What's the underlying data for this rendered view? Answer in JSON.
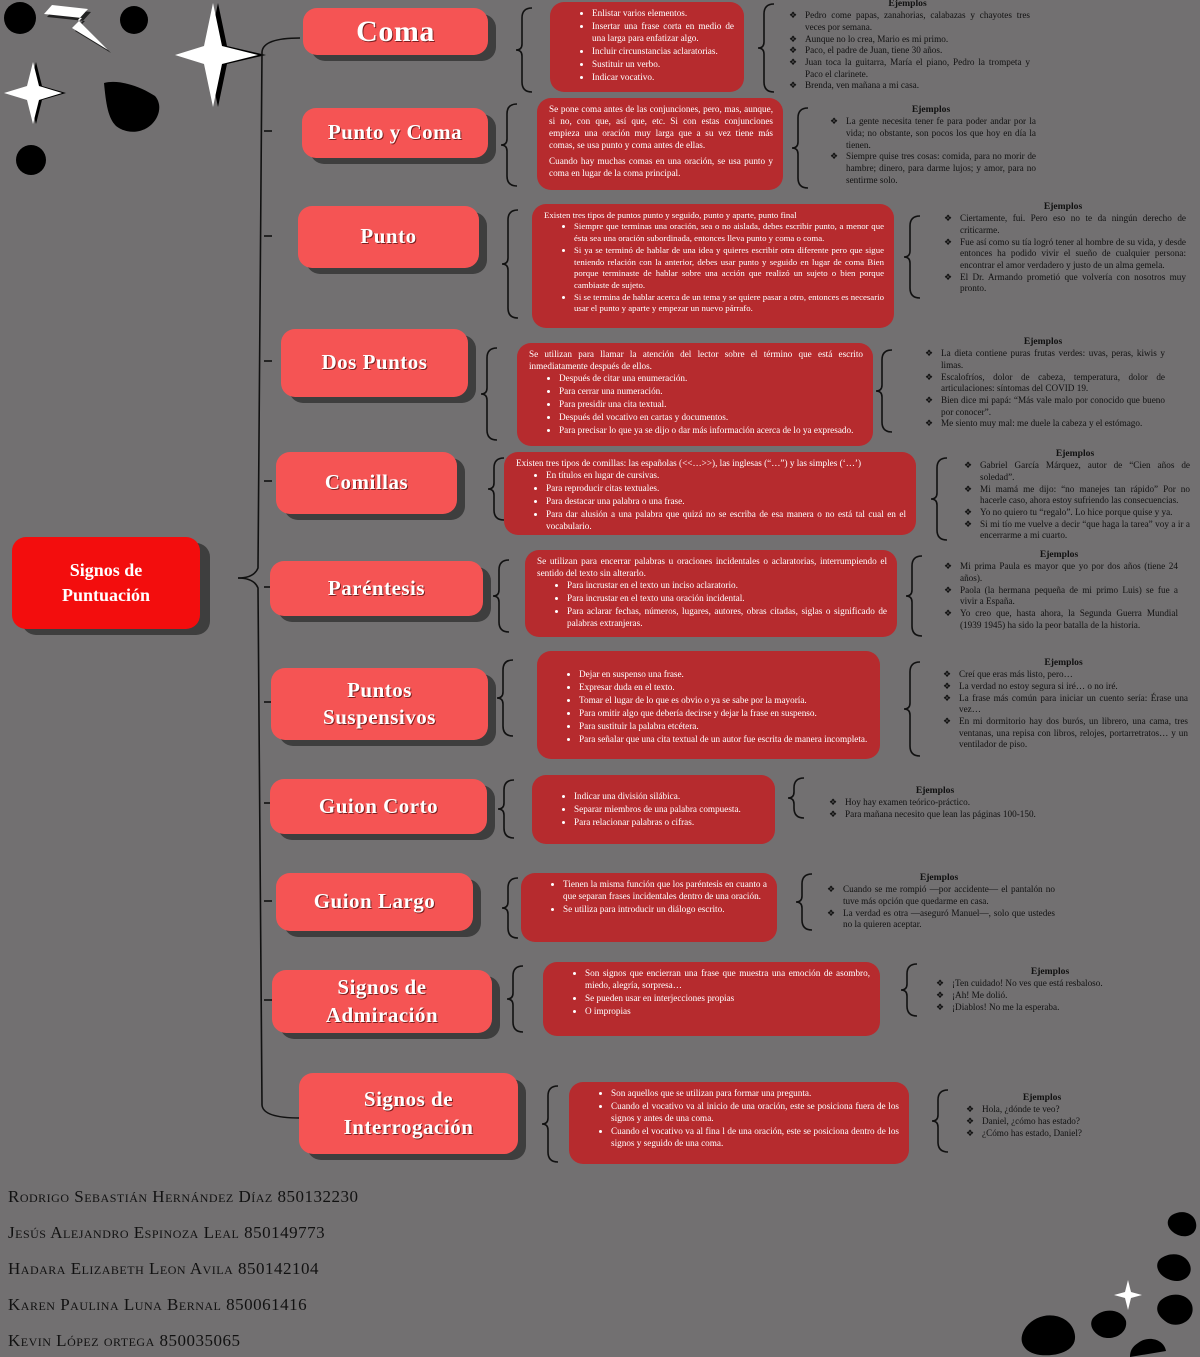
{
  "root": {
    "line1": "Signos de",
    "line2": "Puntuación"
  },
  "ejemplos_label": "Ejemplos",
  "topics": [
    {
      "title_lines": [
        "Coma"
      ],
      "desc_items": [
        "Enlistar varios elementos.",
        "Insertar una frase corta en medio de una larga para enfatizar algo.",
        "Incluir circunstancias aclaratorias.",
        "Sustituir un verbo.",
        "Indicar vocativo."
      ],
      "examples": [
        "Pedro come papas, zanahorias, calabazas y chayotes tres veces por semana.",
        "Aunque no lo crea, Mario es mi primo.",
        "Paco, el padre de Juan, tiene 30 años.",
        "Juan toca la guitarra, María el piano, Pedro la trompeta y Paco el clarinete.",
        "Brenda, ven mañana a mi casa."
      ]
    },
    {
      "title_lines": [
        "Punto y Coma"
      ],
      "desc_paras": [
        "Se pone coma antes de las conjunciones, pero, mas, aunque, si no, con que, así que, etc. Si con estas conjunciones empieza una oración muy larga que a su vez tiene más comas, se usa punto y coma antes de ellas.",
        "Cuando hay muchas comas en una oración, se usa punto y coma en lugar de la coma principal."
      ],
      "examples": [
        "La gente necesita tener fe para poder andar por la vida; no obstante, son pocos los que hoy en día la tienen.",
        "Siempre quise tres cosas: comida, para no morir de hambre; dinero, para darme lujos; y amor, para no sentirme solo."
      ]
    },
    {
      "title_lines": [
        "Punto"
      ],
      "desc_intro": "Existen tres tipos de puntos punto y seguido, punto y aparte, punto final",
      "desc_items": [
        "Siempre que terminas una oración, sea o no aislada, debes escribir punto, a menor que ésta sea una oración subordinada, entonces lleva punto y coma o coma.",
        "Si ya se terminó de hablar de una idea y quieres escribir otra diferente pero que sigue teniendo relación con la anterior, debes usar punto y seguido en lugar de coma Bien porque terminaste de hablar sobre una acción que realizó un sujeto o bien porque cambiaste de sujeto.",
        "Si se termina de hablar acerca de un tema y se quiere pasar a otro, entonces es necesario usar el punto y aparte y empezar un nuevo párrafo."
      ],
      "examples": [
        "Ciertamente, fui. Pero eso no te da ningún derecho de criticarme.",
        "Fue así como su tía logró tener al hombre de su vida, y desde entonces ha podido vivir el sueño de cualquier persona: encontrar el amor verdadero y justo de un alma gemela.",
        "El Dr. Armando prometió que volvería con nosotros muy pronto."
      ]
    },
    {
      "title_lines": [
        "Dos Puntos"
      ],
      "desc_intro": "Se utilizan para llamar la atención del lector sobre el término que está escrito inmediatamente después de ellos.",
      "desc_items": [
        "Después de citar una enumeración.",
        "Para cerrar una numeración.",
        "Para presidir una cita textual.",
        "Después del vocativo en cartas y documentos.",
        "Para precisar lo que ya se dijo o dar más información acerca de lo ya expresado."
      ],
      "examples": [
        "La dieta contiene puras frutas verdes: uvas, peras, kiwis y limas.",
        "Escalofríos, dolor de cabeza, temperatura, dolor de articulaciones: síntomas del COVID 19.",
        "Bien dice mi papá: “Más vale malo por conocido que bueno por conocer”.",
        "Me siento muy mal: me duele la cabeza y el estómago."
      ]
    },
    {
      "title_lines": [
        "Comillas"
      ],
      "desc_intro": "Existen tres tipos de comillas: las españolas (<<…>>), las inglesas (“…”) y las simples (‘…’)",
      "desc_items": [
        "En títulos en lugar de cursivas.",
        "Para reproducir citas textuales.",
        "Para destacar una palabra o una frase.",
        "Para dar alusión a una palabra que quizá no se escriba de esa manera o no está tal cual en el vocabulario."
      ],
      "examples": [
        "Gabriel García Márquez, autor de “Cien años de soledad”.",
        "Mi mamá me dijo: “no manejes tan rápido” Por no hacerle caso, ahora estoy sufriendo las consecuencias.",
        "Yo no quiero tu “regalo”. Lo hice porque quise y ya.",
        "Si mi tío me vuelve a decir “que haga la tarea” voy a ir a encerrarme a mi cuarto."
      ]
    },
    {
      "title_lines": [
        "Paréntesis"
      ],
      "desc_intro": "Se utilizan para encerrar palabras u oraciones incidentales o aclaratorias, interrumpiendo el sentido del texto sin alterarlo.",
      "desc_items": [
        "Para incrustar en el texto un inciso aclaratorio.",
        "Para incrustar en el texto una oración incidental.",
        "Para aclarar fechas, números, lugares, autores, obras citadas, siglas o significado de palabras extranjeras."
      ],
      "examples": [
        "Mi prima Paula es mayor que yo por dos años (tiene 24 años).",
        "Paola (la hermana pequeña de mi primo Luis) se fue a vivir a España.",
        "Yo creo que, hasta ahora, la Segunda Guerra Mundial (1939 1945) ha sido la peor batalla de la historia."
      ]
    },
    {
      "title_lines": [
        "Puntos",
        "Suspensivos"
      ],
      "desc_items": [
        "Dejar en suspenso una frase.",
        "Expresar duda en el texto.",
        "Tomar el lugar de lo que es obvio o ya se sabe por la mayoría.",
        "Para omitir algo que debería decirse y dejar la frase en suspenso.",
        "Para sustituir la palabra etcétera.",
        "Para señalar que una cita textual de un autor fue escrita de manera incompleta."
      ],
      "examples": [
        "Creí que eras más listo, pero…",
        "La verdad no estoy segura si iré… o no iré.",
        "La frase más común para iniciar un cuento sería: Érase una vez…",
        "En mi dormitorio hay dos burós, un librero, una cama, tres ventanas, una repisa con libros, relojes, portarretratos… y un ventilador de piso."
      ]
    },
    {
      "title_lines": [
        "Guion Corto"
      ],
      "desc_items": [
        "Indicar una división silábica.",
        "Separar miembros de una palabra compuesta.",
        "Para relacionar palabras o cifras."
      ],
      "examples": [
        "Hoy hay examen teórico-práctico.",
        "Para mañana necesito que lean las páginas 100-150."
      ]
    },
    {
      "title_lines": [
        "Guion Largo"
      ],
      "desc_items": [
        "Tienen la misma función que los paréntesis en cuanto a que separan frases incidentales dentro de una oración.",
        "Se utiliza para introducir un diálogo escrito."
      ],
      "examples": [
        "Cuando se me rompió —por accidente— el pantalón no tuve más opción que quedarme en casa.",
        "La verdad es otra —aseguró Manuel—, solo que ustedes no la quieren aceptar."
      ]
    },
    {
      "title_lines": [
        "Signos de",
        "Admiración"
      ],
      "desc_items": [
        "Son signos que encierran una frase que muestra una emoción de asombro, miedo, alegría, sorpresa…",
        "Se pueden usar en interjecciones propias",
        "O impropias"
      ],
      "examples": [
        "¡Ten cuidado! No ves que está resbaloso.",
        "¡Ah! Me dolió.",
        "¡Diablos! No me la esperaba."
      ]
    },
    {
      "title_lines": [
        "Signos de",
        "Interrogación"
      ],
      "desc_items": [
        "Son aquellos que se utilizan para formar una pregunta.",
        "Cuando el vocativo va al inicio de una oración, este se posiciona fuera de los signos y antes de una coma.",
        "Cuando el vocativo va al fina l de una oración, este se posiciona dentro de los signos y seguido de una coma."
      ],
      "examples": [
        "Hola, ¿dónde te veo?",
        "Daniel, ¿cómo has estado?",
        "¿Cómo has estado, Daniel?"
      ]
    }
  ],
  "authors": [
    "Rodrigo Sebastián Hernández Díaz 850132230",
    "Jesús Alejandro Espinoza Leal 850149773",
    "Hadara Elizabeth Leon Avila 850142104",
    "Karen Paulina Luna Bernal 850061416",
    "Kevin López ortega 850035065"
  ],
  "colors": {
    "background": "#727071",
    "root": "#f30d0d",
    "topic": "#f55454",
    "description": "#b62b2e"
  },
  "decorations": [
    "circle-icon",
    "lightning-icon",
    "sparkle-icon",
    "blob-icon"
  ]
}
